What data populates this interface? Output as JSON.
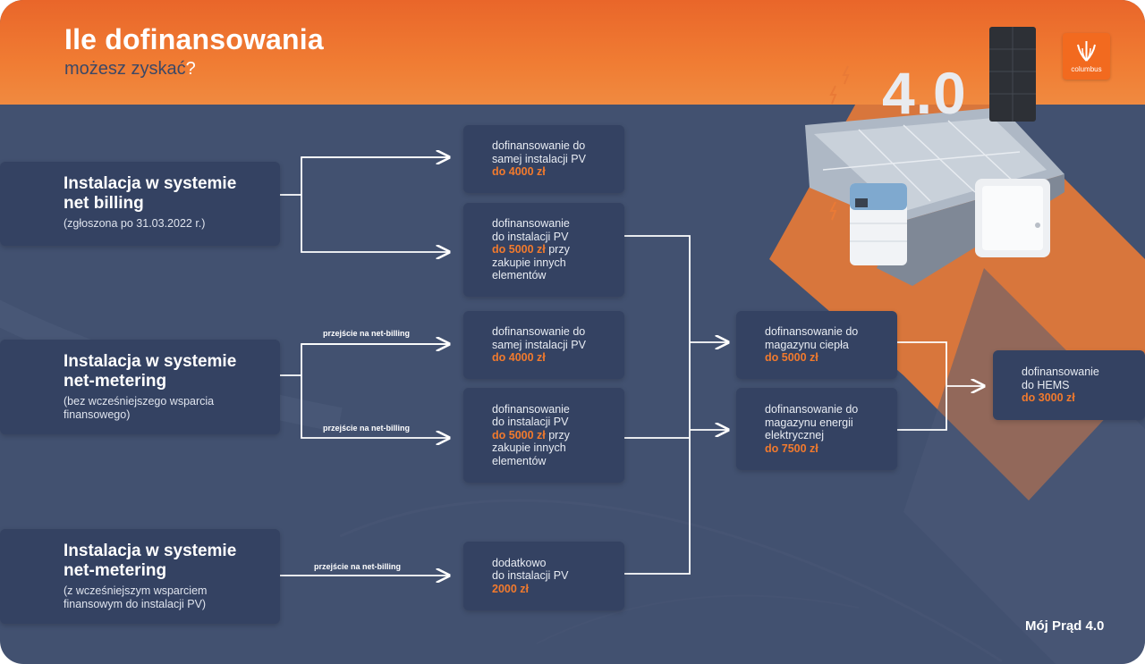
{
  "header": {
    "title": "Ile dofinansowania",
    "subtitle": "możesz zyskać",
    "subtitle_mark": "?"
  },
  "logo": {
    "text": "columbus",
    "icon": "columbus-flame-icon"
  },
  "illustration": {
    "version_text": "4.0",
    "icons": [
      "solar-panel-icon",
      "heat-pump-icon",
      "battery-storage-icon",
      "energy-box-icon",
      "lightning-icon"
    ]
  },
  "sources": [
    {
      "title": "Instalacja w systemie\nnet billing",
      "sub": "(zgłoszona po 31.03.2022 r.)"
    },
    {
      "title": "Instalacja w systemie\nnet-metering",
      "sub": "(bez wcześniejszego wsparcia\nfinansowego)"
    },
    {
      "title": "Instalacja w systemie\nnet-metering",
      "sub": "(z wcześniejszym wsparciem\nfinansowym do instalacji PV)"
    }
  ],
  "funding": [
    {
      "text": "dofinansowanie do\nsamej instalacji PV",
      "amount": "do 4000 zł",
      "tail": ""
    },
    {
      "text": "dofinansowanie\ndo  instalacji PV",
      "amount": "do 5000 zł",
      "tail": " przy\nzakupie innych\nelementów"
    },
    {
      "text": "dofinansowanie do\nsamej instalacji PV",
      "amount": "do 4000 zł",
      "tail": ""
    },
    {
      "text": "dofinansowanie\ndo  instalacji PV",
      "amount": "do 5000 zł",
      "tail": " przy\nzakupie innych\nelementów"
    },
    {
      "text": "dodatkowo\ndo instalacji PV",
      "amount": "2000 zł",
      "tail": ""
    }
  ],
  "storage": [
    {
      "text": "dofinansowanie do\nmagazynu ciepła",
      "amount": "do 5000 zł"
    },
    {
      "text": "dofinansowanie do\nmagazynu energii\nelektrycznej",
      "amount": "do 7500 zł"
    }
  ],
  "hems": {
    "text": "dofinansowanie\ndo HEMS",
    "amount": "do 3000 zł"
  },
  "transitions": [
    "przejście na net-billing",
    "przejście na net-billing",
    "przejście na net-billing"
  ],
  "footer": {
    "brand": "Mój Prąd 4.0"
  },
  "colors": {
    "background": "#425170",
    "box": "#344262",
    "accent": "#f27a2d",
    "header": "#ef7430"
  }
}
